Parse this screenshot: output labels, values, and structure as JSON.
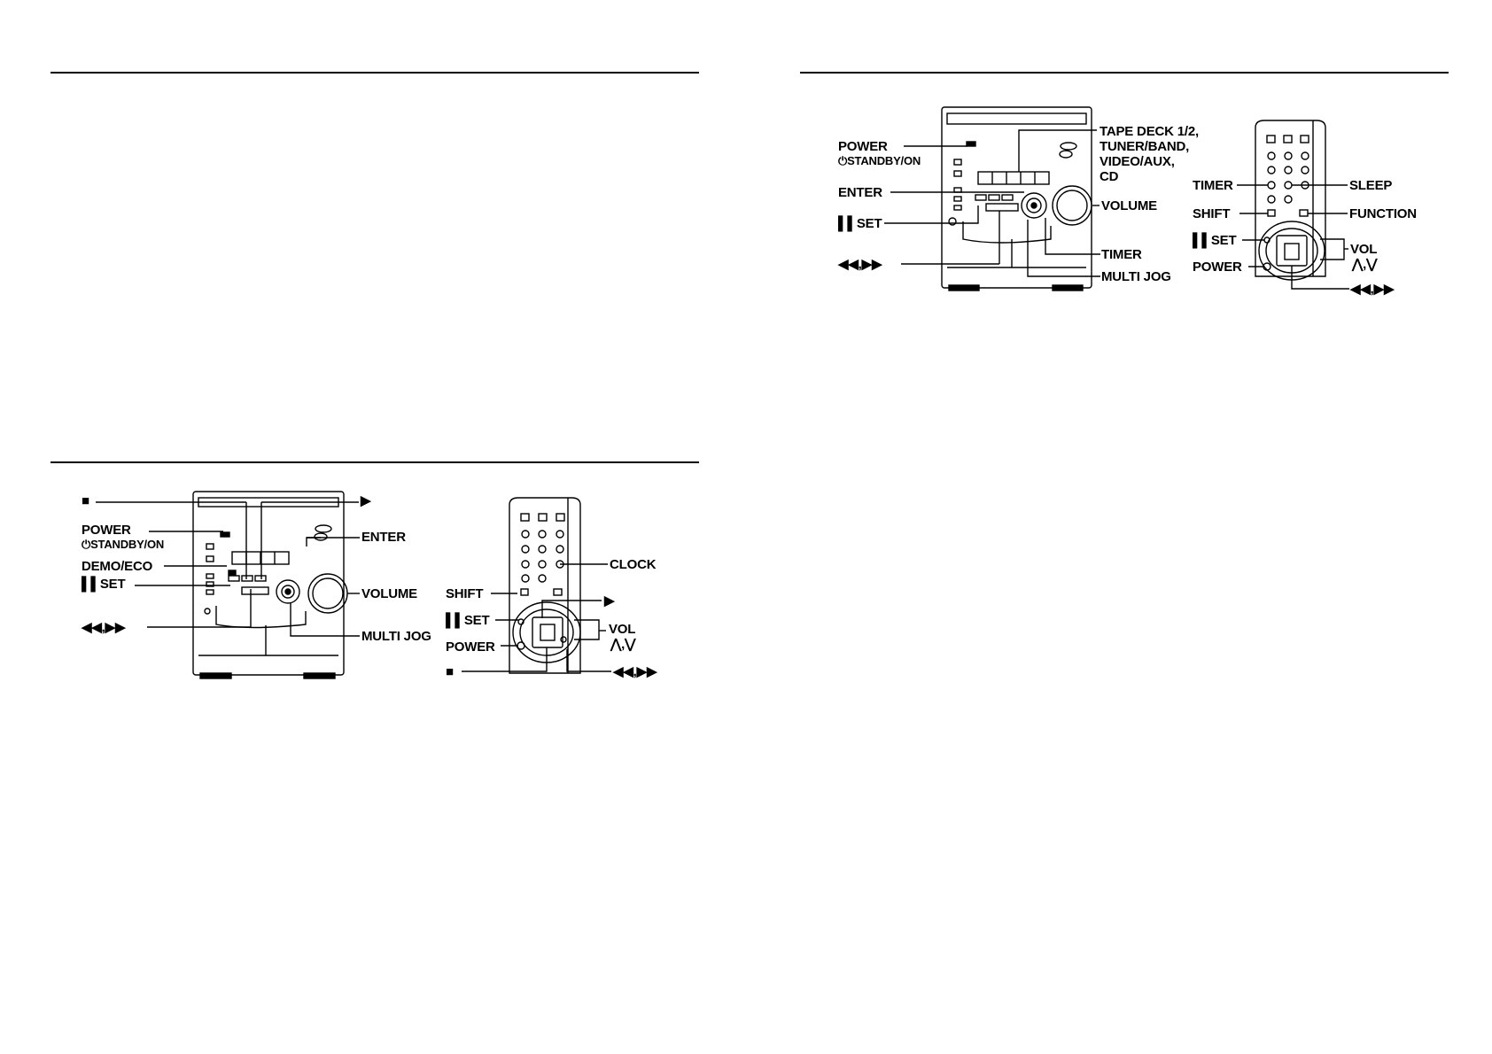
{
  "diagram_bottom_left": {
    "main_unit": {
      "stop": "■",
      "play": "▶",
      "power": "POWER",
      "standby_on": "⏻STANDBY/ON",
      "enter": "ENTER",
      "demo_eco": "DEMO/ECO",
      "set": "▌▌SET",
      "volume": "VOLUME",
      "skip": "◀◀,▶▶",
      "multi_jog": "MULTI JOG"
    },
    "remote": {
      "clock": "CLOCK",
      "shift": "SHIFT",
      "play": "▶",
      "set": "▌▌SET",
      "vol": "VOL",
      "vol_arrows": "⋀,⋁",
      "power": "POWER",
      "stop": "■",
      "skip": "◀◀,▶▶"
    }
  },
  "diagram_top_right": {
    "main_unit": {
      "power": "POWER",
      "standby_on": "⏻STANDBY/ON",
      "tape_deck": "TAPE DECK 1/2,",
      "tuner_band": "TUNER/BAND,",
      "video_aux": "VIDEO/AUX,",
      "cd": "CD",
      "enter": "ENTER",
      "volume": "VOLUME",
      "set": "▌▌SET",
      "timer": "TIMER",
      "skip": "◀◀,▶▶",
      "multi_jog": "MULTI JOG"
    },
    "remote": {
      "timer": "TIMER",
      "sleep": "SLEEP",
      "shift": "SHIFT",
      "function": "FUNCTION",
      "set": "▌▌SET",
      "vol": "VOL",
      "vol_arrows": "⋀,⋁",
      "power": "POWER",
      "skip": "◀◀,▶▶"
    }
  }
}
